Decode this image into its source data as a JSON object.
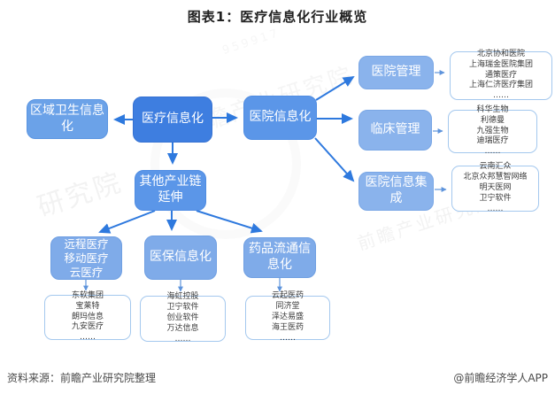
{
  "title": "图表1：医疗信息化行业概览",
  "watermark": {
    "text": "前瞻产业研究院",
    "short": "研究院",
    "digits": "959917"
  },
  "nodes": {
    "medical_it": {
      "label": "医疗信息化"
    },
    "regional": {
      "label": "区域卫生信息化"
    },
    "hospital_it": {
      "label": "医院信息化"
    },
    "hospital_mgmt": {
      "label": "医院管理"
    },
    "clinical_mgmt": {
      "label": "临床管理"
    },
    "integration": {
      "label": "医院信息集成"
    },
    "other_chain": {
      "label": "其他产业链延伸"
    },
    "telemedicine": {
      "label": [
        "远程医疗",
        "移动医疗",
        "云医疗"
      ]
    },
    "insurance": {
      "label": "医保信息化"
    },
    "drug": {
      "label": "药品流通信息化"
    }
  },
  "company_lists": {
    "hospital_mgmt": [
      "北京协和医院",
      "上海瑞金医院集团",
      "通策医疗",
      "上海仁济医疗集团",
      "……"
    ],
    "clinical_mgmt": [
      "科华生物",
      "利德曼",
      "九强生物",
      "迪瑞医疗",
      "……"
    ],
    "integration": [
      "云南汇众",
      "北京众邦慧智网络",
      "明天医网",
      "卫宁软件",
      "……"
    ],
    "telemedicine": [
      "东软集团",
      "宝莱特",
      "朗玛信息",
      "九安医疗",
      "……"
    ],
    "insurance": [
      "海虹控股",
      "卫宁软件",
      "创业软件",
      "万达信息",
      "……"
    ],
    "drug": [
      "云起医药",
      "同济堂",
      "泽达易盛",
      "海王医药",
      "……"
    ]
  },
  "footer": {
    "source": "资料来源：前瞻产业研究院整理",
    "credit": "@前瞻经济学人APP"
  },
  "colors": {
    "node_dark": "#3e7ee0",
    "node_mid": "#5b96e8",
    "node_light": "#7fabe9",
    "node_lighter": "#8ab3ec",
    "arrow": "#2e79de",
    "connector": "#5e94dc",
    "list_border": "#a4c8ee",
    "title_text": "#222222",
    "footer_text": "#4a4a4a"
  }
}
